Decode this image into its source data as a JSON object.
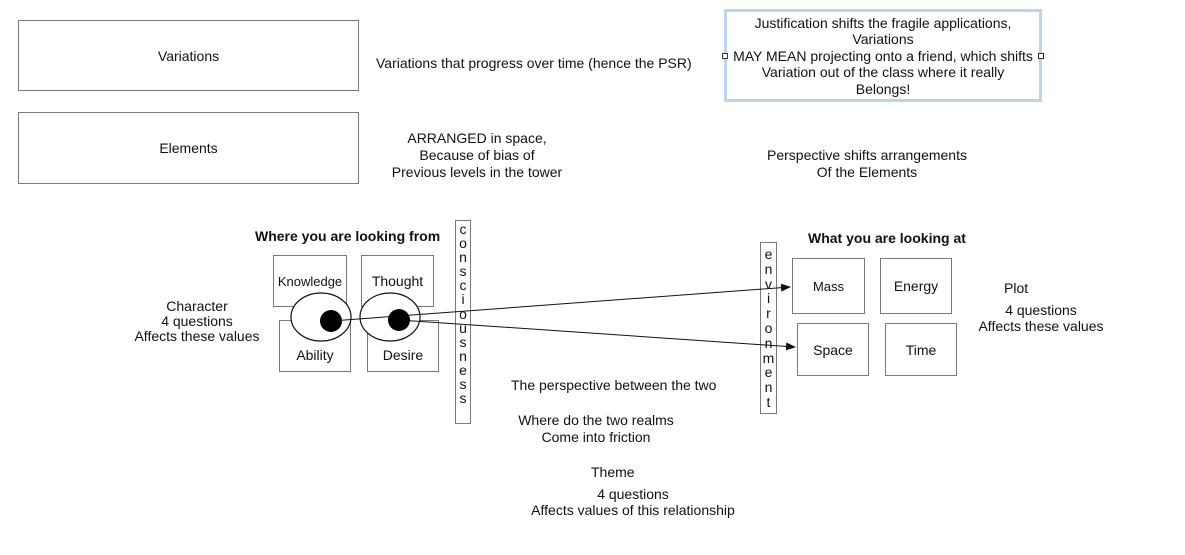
{
  "top": {
    "variations_box": "Variations",
    "variations_note": "Variations that progress over time (hence the PSR)",
    "elements_box": "Elements",
    "elements_note": [
      "ARRANGED in space,",
      "Because of bias of",
      "Previous levels in the tower"
    ],
    "perspective_note": [
      "Perspective shifts arrangements",
      "Of the Elements"
    ],
    "justification_note": [
      "Justification shifts the fragile applications,",
      "Variations",
      "MAY MEAN projecting onto a friend, which shifts",
      "Variation out of the class where it really",
      "Belongs!"
    ]
  },
  "left": {
    "heading": "Where you are looking from",
    "boxes": [
      "Knowledge",
      "Thought",
      "Ability",
      "Desire"
    ],
    "character": [
      "Character",
      "4 questions",
      "Affects these values"
    ]
  },
  "consciousness": [
    "c",
    "o",
    "n",
    "s",
    "c",
    "i",
    "o",
    "u",
    "s",
    "n",
    "e",
    "s",
    "s"
  ],
  "environment": [
    "e",
    "n",
    "v",
    "i",
    "r",
    "o",
    "n",
    "m",
    "e",
    "n",
    "t"
  ],
  "right": {
    "heading": "What you are looking at",
    "boxes": [
      "Mass",
      "Energy",
      "Space",
      "Time"
    ],
    "plot": [
      "Plot",
      "4 questions",
      "Affects these values"
    ]
  },
  "middle": {
    "perspective": "The perspective between the two",
    "friction": [
      "Where do the two realms",
      "Come into friction"
    ],
    "theme": "Theme",
    "theme_sub": [
      "4 questions",
      "Affects values of this relationship"
    ]
  },
  "colors": {
    "selection": "#bcd4ee",
    "border": "#7a7a7a"
  }
}
